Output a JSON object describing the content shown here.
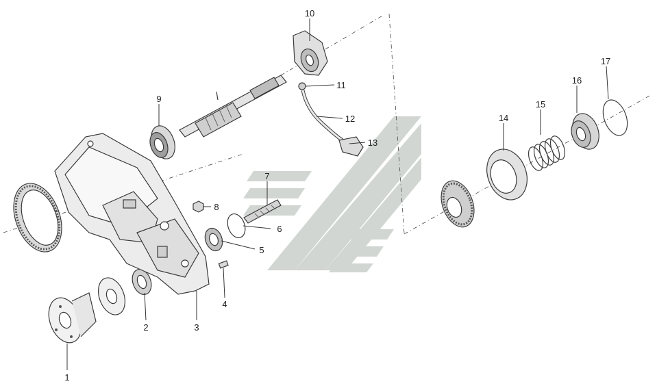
{
  "diagram": {
    "callouts": [
      {
        "id": "1",
        "label": "1"
      },
      {
        "id": "2",
        "label": "2"
      },
      {
        "id": "3",
        "label": "3"
      },
      {
        "id": "4",
        "label": "4"
      },
      {
        "id": "5",
        "label": "5"
      },
      {
        "id": "6",
        "label": "6"
      },
      {
        "id": "7",
        "label": "7"
      },
      {
        "id": "8",
        "label": "8"
      },
      {
        "id": "9",
        "label": "9"
      },
      {
        "id": "10",
        "label": "10"
      },
      {
        "id": "11",
        "label": "11"
      },
      {
        "id": "12",
        "label": "12"
      },
      {
        "id": "13",
        "label": "13"
      },
      {
        "id": "14",
        "label": "14"
      },
      {
        "id": "15",
        "label": "15"
      },
      {
        "id": "16",
        "label": "16"
      },
      {
        "id": "17",
        "label": "17"
      }
    ],
    "watermark_color": "#c9cfcb",
    "line_color": "#333333"
  }
}
